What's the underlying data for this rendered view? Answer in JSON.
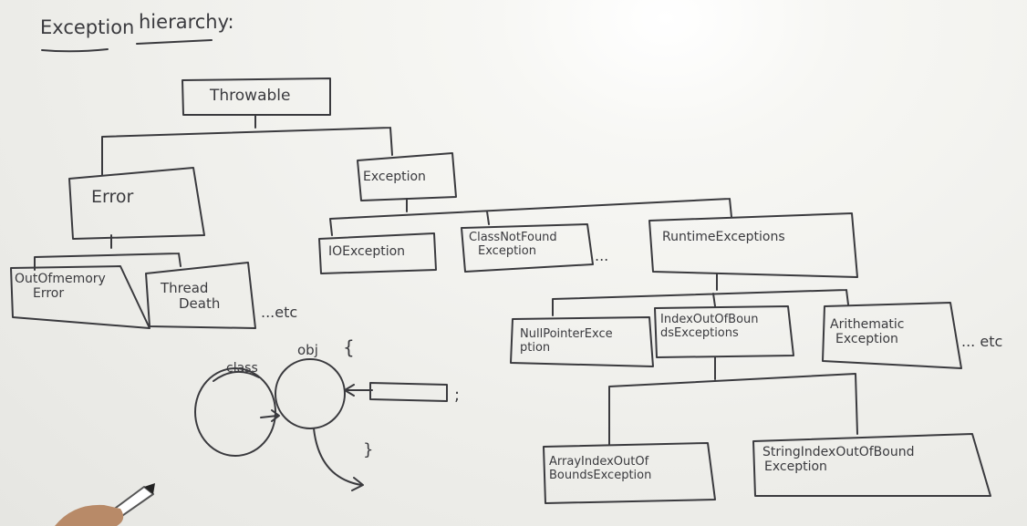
{
  "heading": {
    "word1": "Exception",
    "word2": "hierarchy:"
  },
  "nodes": {
    "throwable": "Throwable",
    "error": "Error",
    "exception": "Exception",
    "out_of_memory": [
      "OutOfmemory",
      "Error"
    ],
    "thread_death": [
      "Thread",
      "Death"
    ],
    "io_exception": "IOException",
    "class_not_found": [
      "ClassNotFound",
      "Exception"
    ],
    "runtime": "RuntimeExceptions",
    "null_pointer": [
      "NullPointerExce",
      "ption"
    ],
    "index_oob": [
      "IndexOutOfBoun",
      "dsExceptions"
    ],
    "arithmetic": [
      "Arithematic",
      "Exception"
    ],
    "array_index_oob": [
      "ArrayIndexOutOf",
      "BoundsException"
    ],
    "string_index_oob": [
      "StringIndexOutOfBound",
      "Exception"
    ]
  },
  "ellipses": {
    "error_etc": "...etc",
    "exception_dots": "...",
    "runtime_etc": "... etc"
  },
  "sketch": {
    "class_label": "class",
    "obj_label": "obj",
    "open_brace": "{",
    "close_brace": "}",
    "semicolon": ";"
  },
  "colors": {
    "ink": "#3a3a3e",
    "board": "#f3f3ef"
  }
}
